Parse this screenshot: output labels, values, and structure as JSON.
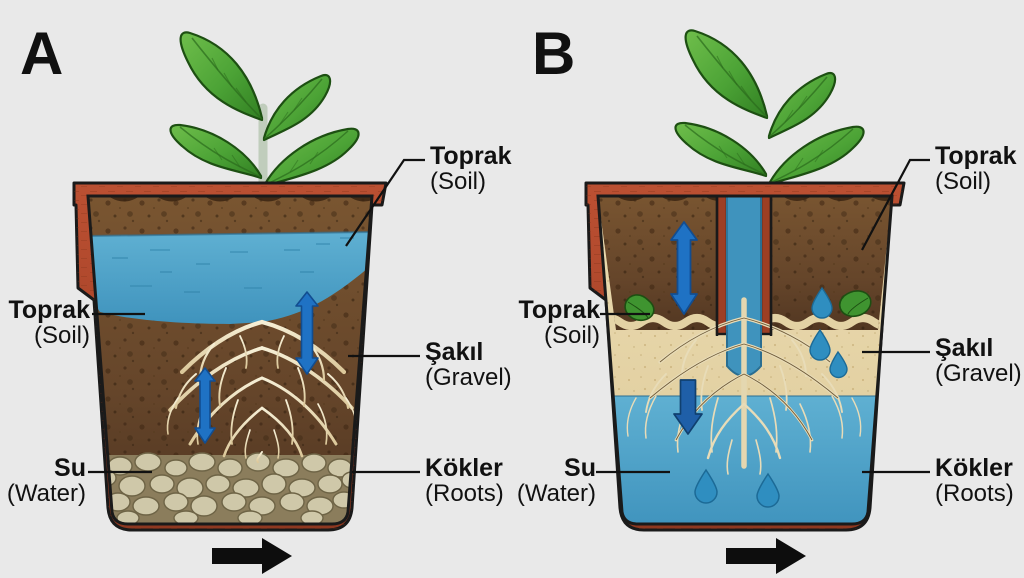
{
  "figure": {
    "background_color": "#e9e9e9",
    "panels": [
      {
        "letter": "A",
        "description_kind": "single-pot-overwatered",
        "labels": [
          {
            "term": "Toprak",
            "translation": "(Soil)",
            "side": "right",
            "target": "soil-layer"
          },
          {
            "term": "Toprak",
            "translation": "(Soil)",
            "side": "left",
            "target": "soil-layer"
          },
          {
            "term": "Şakıl",
            "translation": "(Gravel)",
            "side": "right",
            "target": "soil-body"
          },
          {
            "term": "Su",
            "translation": "(Water)",
            "side": "left",
            "target": "gravel-layer"
          },
          {
            "term": "Kökler",
            "translation": "(Roots)",
            "side": "right",
            "target": "gravel-layer"
          }
        ],
        "bottom_arrow": "arrow-right"
      },
      {
        "letter": "B",
        "description_kind": "split-pot-drained",
        "labels": [
          {
            "term": "Toprak",
            "translation": "(Soil)",
            "side": "right",
            "target": "soil-layer"
          },
          {
            "term": "Toprak",
            "translation": "(Soil)",
            "side": "left",
            "target": "sand-layer"
          },
          {
            "term": "Şakıl",
            "translation": "(Gravel)",
            "side": "right",
            "target": "sand-layer"
          },
          {
            "term": "Su",
            "translation": "(Water)",
            "side": "left",
            "target": "water-reservoir"
          },
          {
            "term": "Kökler",
            "translation": "(Roots)",
            "side": "right",
            "target": "water-reservoir"
          }
        ],
        "bottom_arrow": "arrow-right"
      }
    ],
    "colors": {
      "background": "#e9e9e9",
      "pot_terracotta": "#b0452c",
      "pot_terracotta_dark": "#8c3a22",
      "soil_brown": "#6b4a2b",
      "soil_brown_dark": "#4a3119",
      "water_blue": "#4d9fc4",
      "water_blue_deep": "#3a93bf",
      "sand_tan": "#e3d2a4",
      "gravel_stone": "#c9c2a4",
      "leaf_green": "#4ea23a",
      "leaf_green_dark": "#2f7a22",
      "stem_green": "#5fa83c",
      "root_cream": "#efe3bf",
      "arrow_blue": "#1f6fc4",
      "arrow_black": "#0d0d0d",
      "outline": "#1a1a1a"
    }
  }
}
